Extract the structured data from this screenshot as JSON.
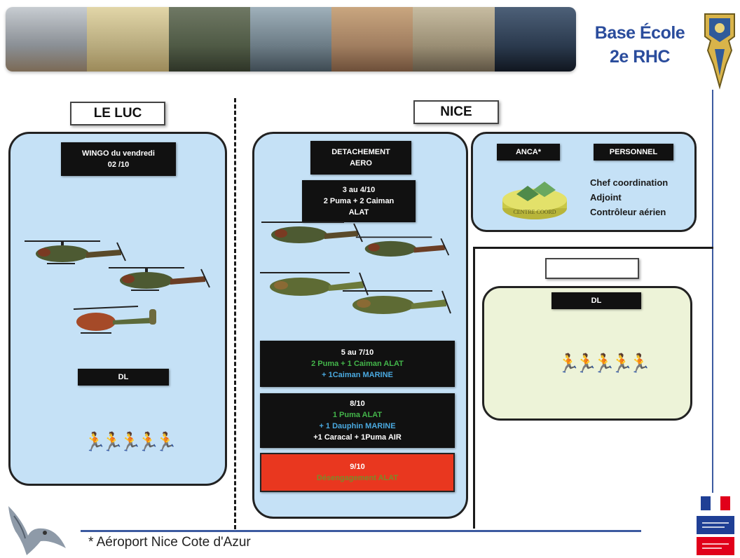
{
  "header": {
    "brand_line1": "Base École",
    "brand_line2": "2e RHC",
    "photos": [
      "#8a8f95",
      "#b8ab7e",
      "#4f5a45",
      "#6c7c86",
      "#a17e60",
      "#9a8e74",
      "#2b3a4e"
    ]
  },
  "le_luc": {
    "title": "LE LUC",
    "event": [
      "WINGO du vendredi",
      "02 /10"
    ],
    "dl_label": "DL"
  },
  "nice": {
    "title": "NICE",
    "detachement": [
      "DETACHEMENT",
      "AERO"
    ],
    "slot1": [
      "3 au 4/10",
      "2 Puma + 2 Caiman",
      "ALAT"
    ],
    "slot2": {
      "date": "5 au 7/10",
      "line1": "2 Puma + 1 Caiman ALAT",
      "line2": "+ 1Caiman MARINE"
    },
    "slot3": {
      "date": "8/10",
      "line1": "1 Puma ALAT",
      "line2": "+ 1 Dauphin MARINE",
      "line3": "+1 Caracal + 1Puma AIR"
    },
    "slot4": {
      "date": "9/10",
      "line1": "Désengagement ALAT"
    }
  },
  "anca": {
    "tag1": "ANCA*",
    "tag2": "PERSONNEL",
    "staff": [
      "Chef coordination",
      "Adjoint",
      "Contrôleur aérien"
    ],
    "badge": "CENTRE COORD"
  },
  "dl_panel": {
    "label": "DL"
  },
  "footer": {
    "note": "* Aéroport Nice Cote d'Azur"
  },
  "colors": {
    "panel_blue": "#c5e1f6",
    "panel_green": "#edf3d8",
    "brand_blue": "#2a4c9c",
    "alat_green": "#43b54a",
    "marine_blue": "#4aa9e0",
    "alert_red": "#e9371f"
  }
}
